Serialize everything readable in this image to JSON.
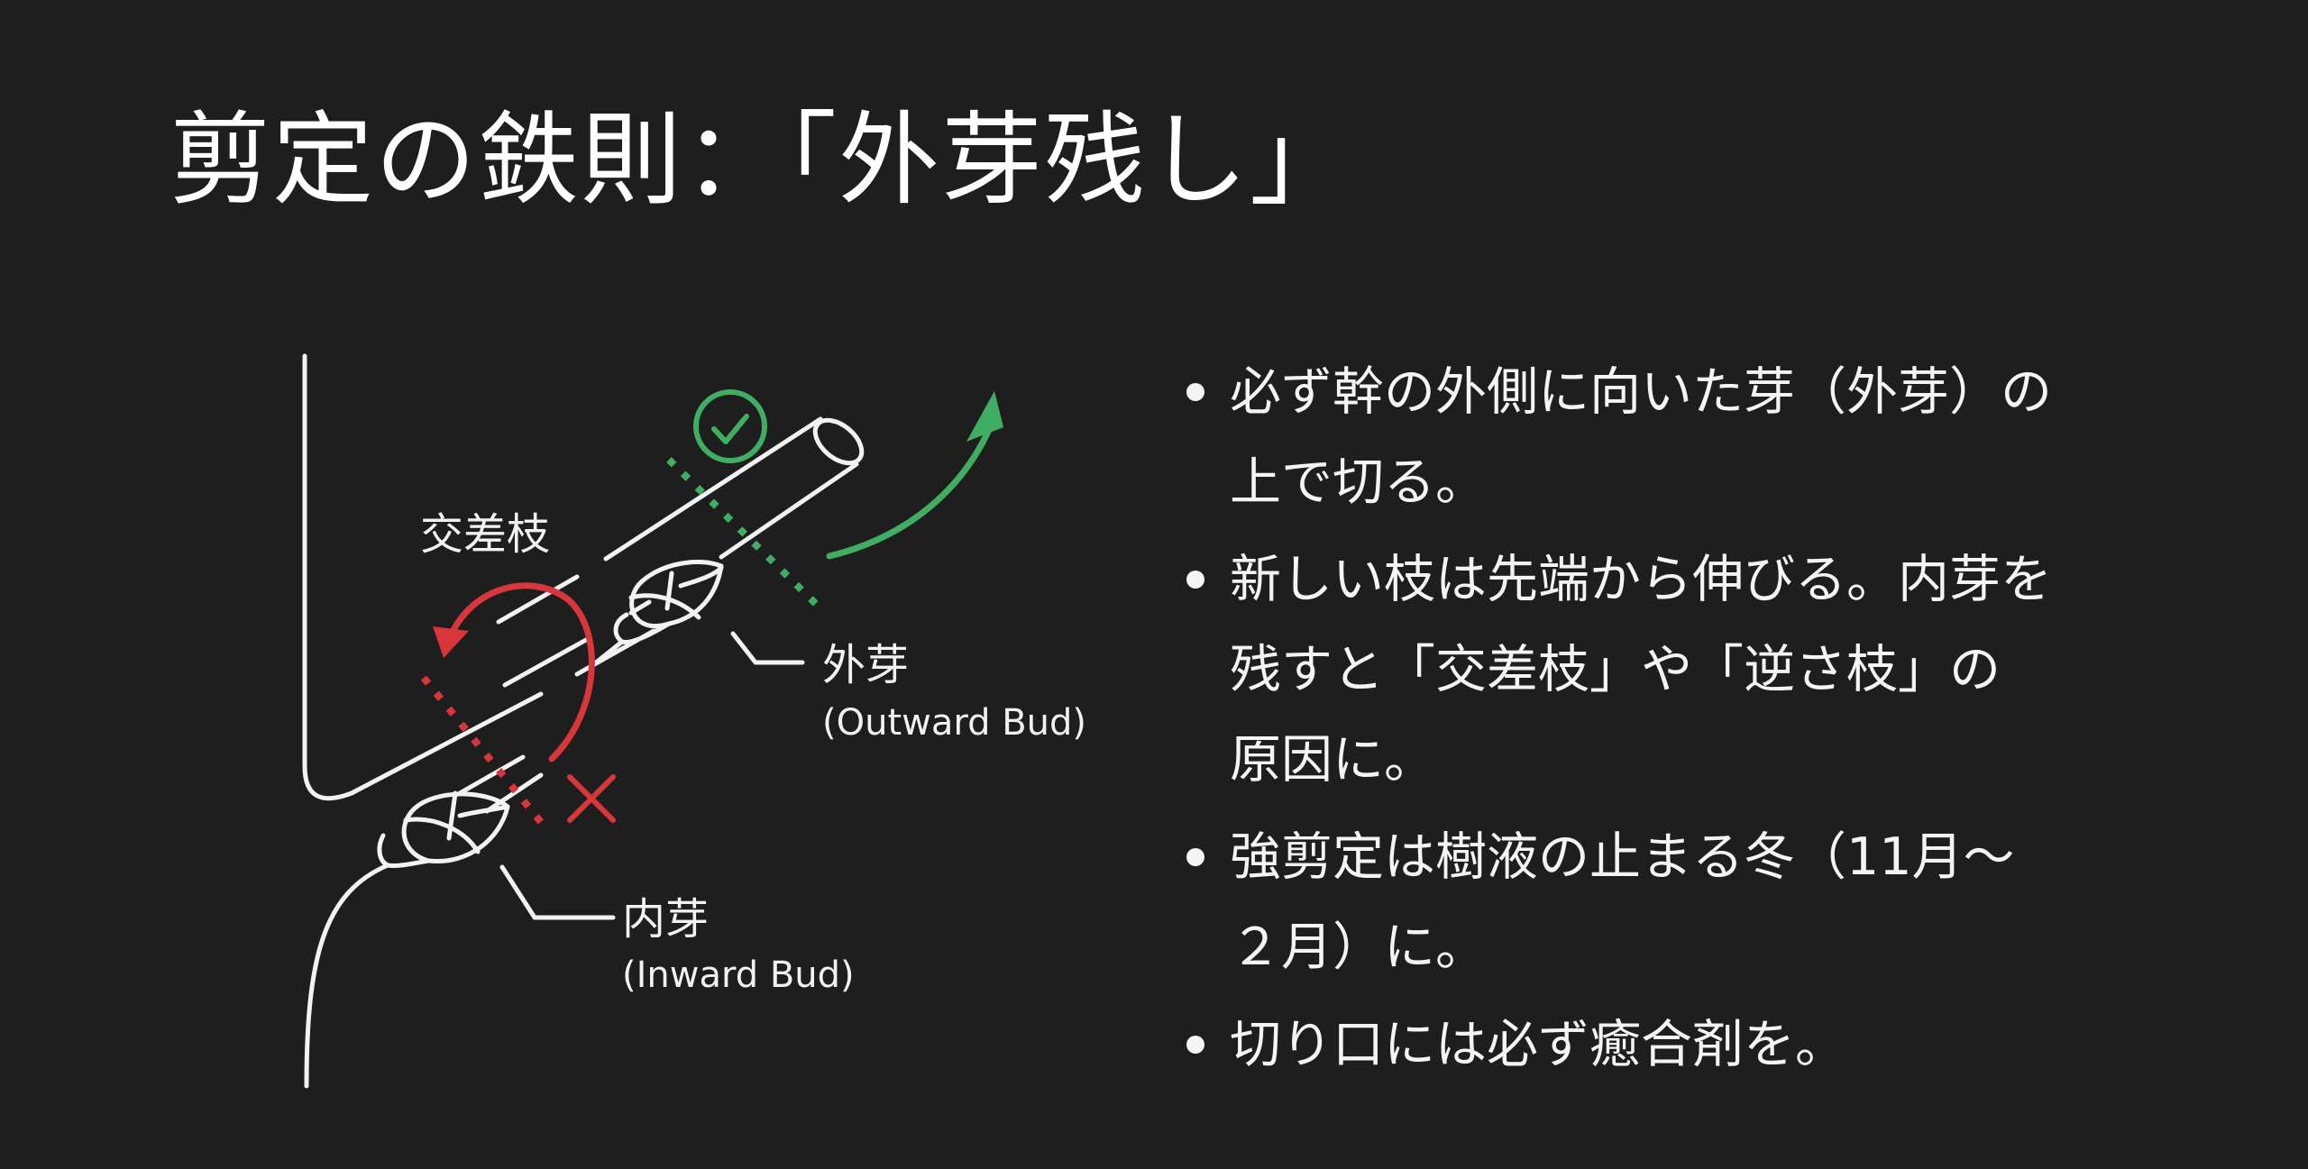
{
  "slide": {
    "title": "剪定の鉄則：「外芽残し」",
    "colors": {
      "background": "#1e1e1e",
      "foreground": "#f2f2f2",
      "good": "#3fae63",
      "bad": "#d9363c"
    }
  },
  "diagram": {
    "labels": {
      "crossing_branch": "交差枝",
      "outward_bud_jp": "外芽",
      "outward_bud_en": "(Outward Bud)",
      "inward_bud_jp": "内芽",
      "inward_bud_en": "(Inward Bud)"
    },
    "icons": {
      "correct": "check-circle-icon",
      "wrong": "x-mark-icon",
      "good_growth": "curved-arrow-up-right-icon",
      "bad_growth": "curved-arrow-back-icon"
    }
  },
  "bullets": [
    {
      "lines": [
        "必ず幹の外側に向いた芽（外芽）の",
        "上で切る。"
      ]
    },
    {
      "lines": [
        "新しい枝は先端から伸びる。内芽を",
        "残すと「交差枝」や「逆さ枝」の",
        "原因に。"
      ]
    },
    {
      "lines": [
        "強剪定は樹液の止まる冬（11月～",
        "２月）に。"
      ]
    },
    {
      "lines": [
        "切り口には必ず癒合剤を。"
      ]
    }
  ]
}
